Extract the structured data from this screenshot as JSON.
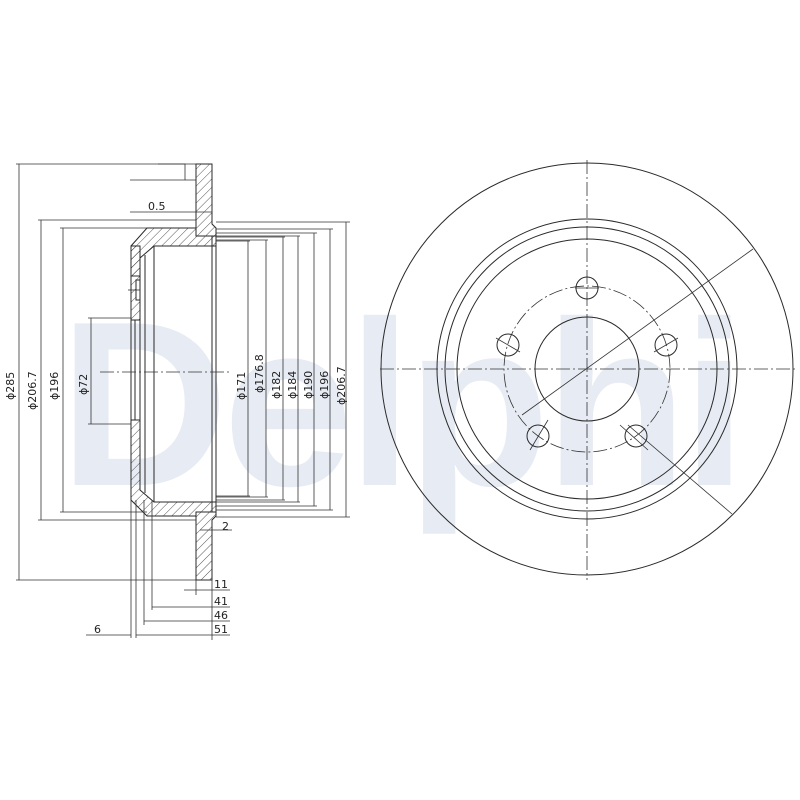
{
  "watermark": {
    "text": "Delphi",
    "color": "#e7ebf3"
  },
  "line_color": "#2a2a2a",
  "section_view": {
    "diameters_left": [
      "ϕ285",
      "ϕ206.7",
      "ϕ196",
      "ϕ72"
    ],
    "diameters_right": [
      "ϕ171",
      "ϕ176.8",
      "ϕ182",
      "ϕ184",
      "ϕ190",
      "ϕ196",
      "ϕ206.7"
    ],
    "top_offset": "0.5",
    "thickness": "2",
    "depths": [
      "11",
      "41",
      "46",
      "51"
    ],
    "flange_offset": "6"
  },
  "front_view": {
    "bolt_holes": 5,
    "description": "Brake disc front view with 5 bolt holes"
  }
}
